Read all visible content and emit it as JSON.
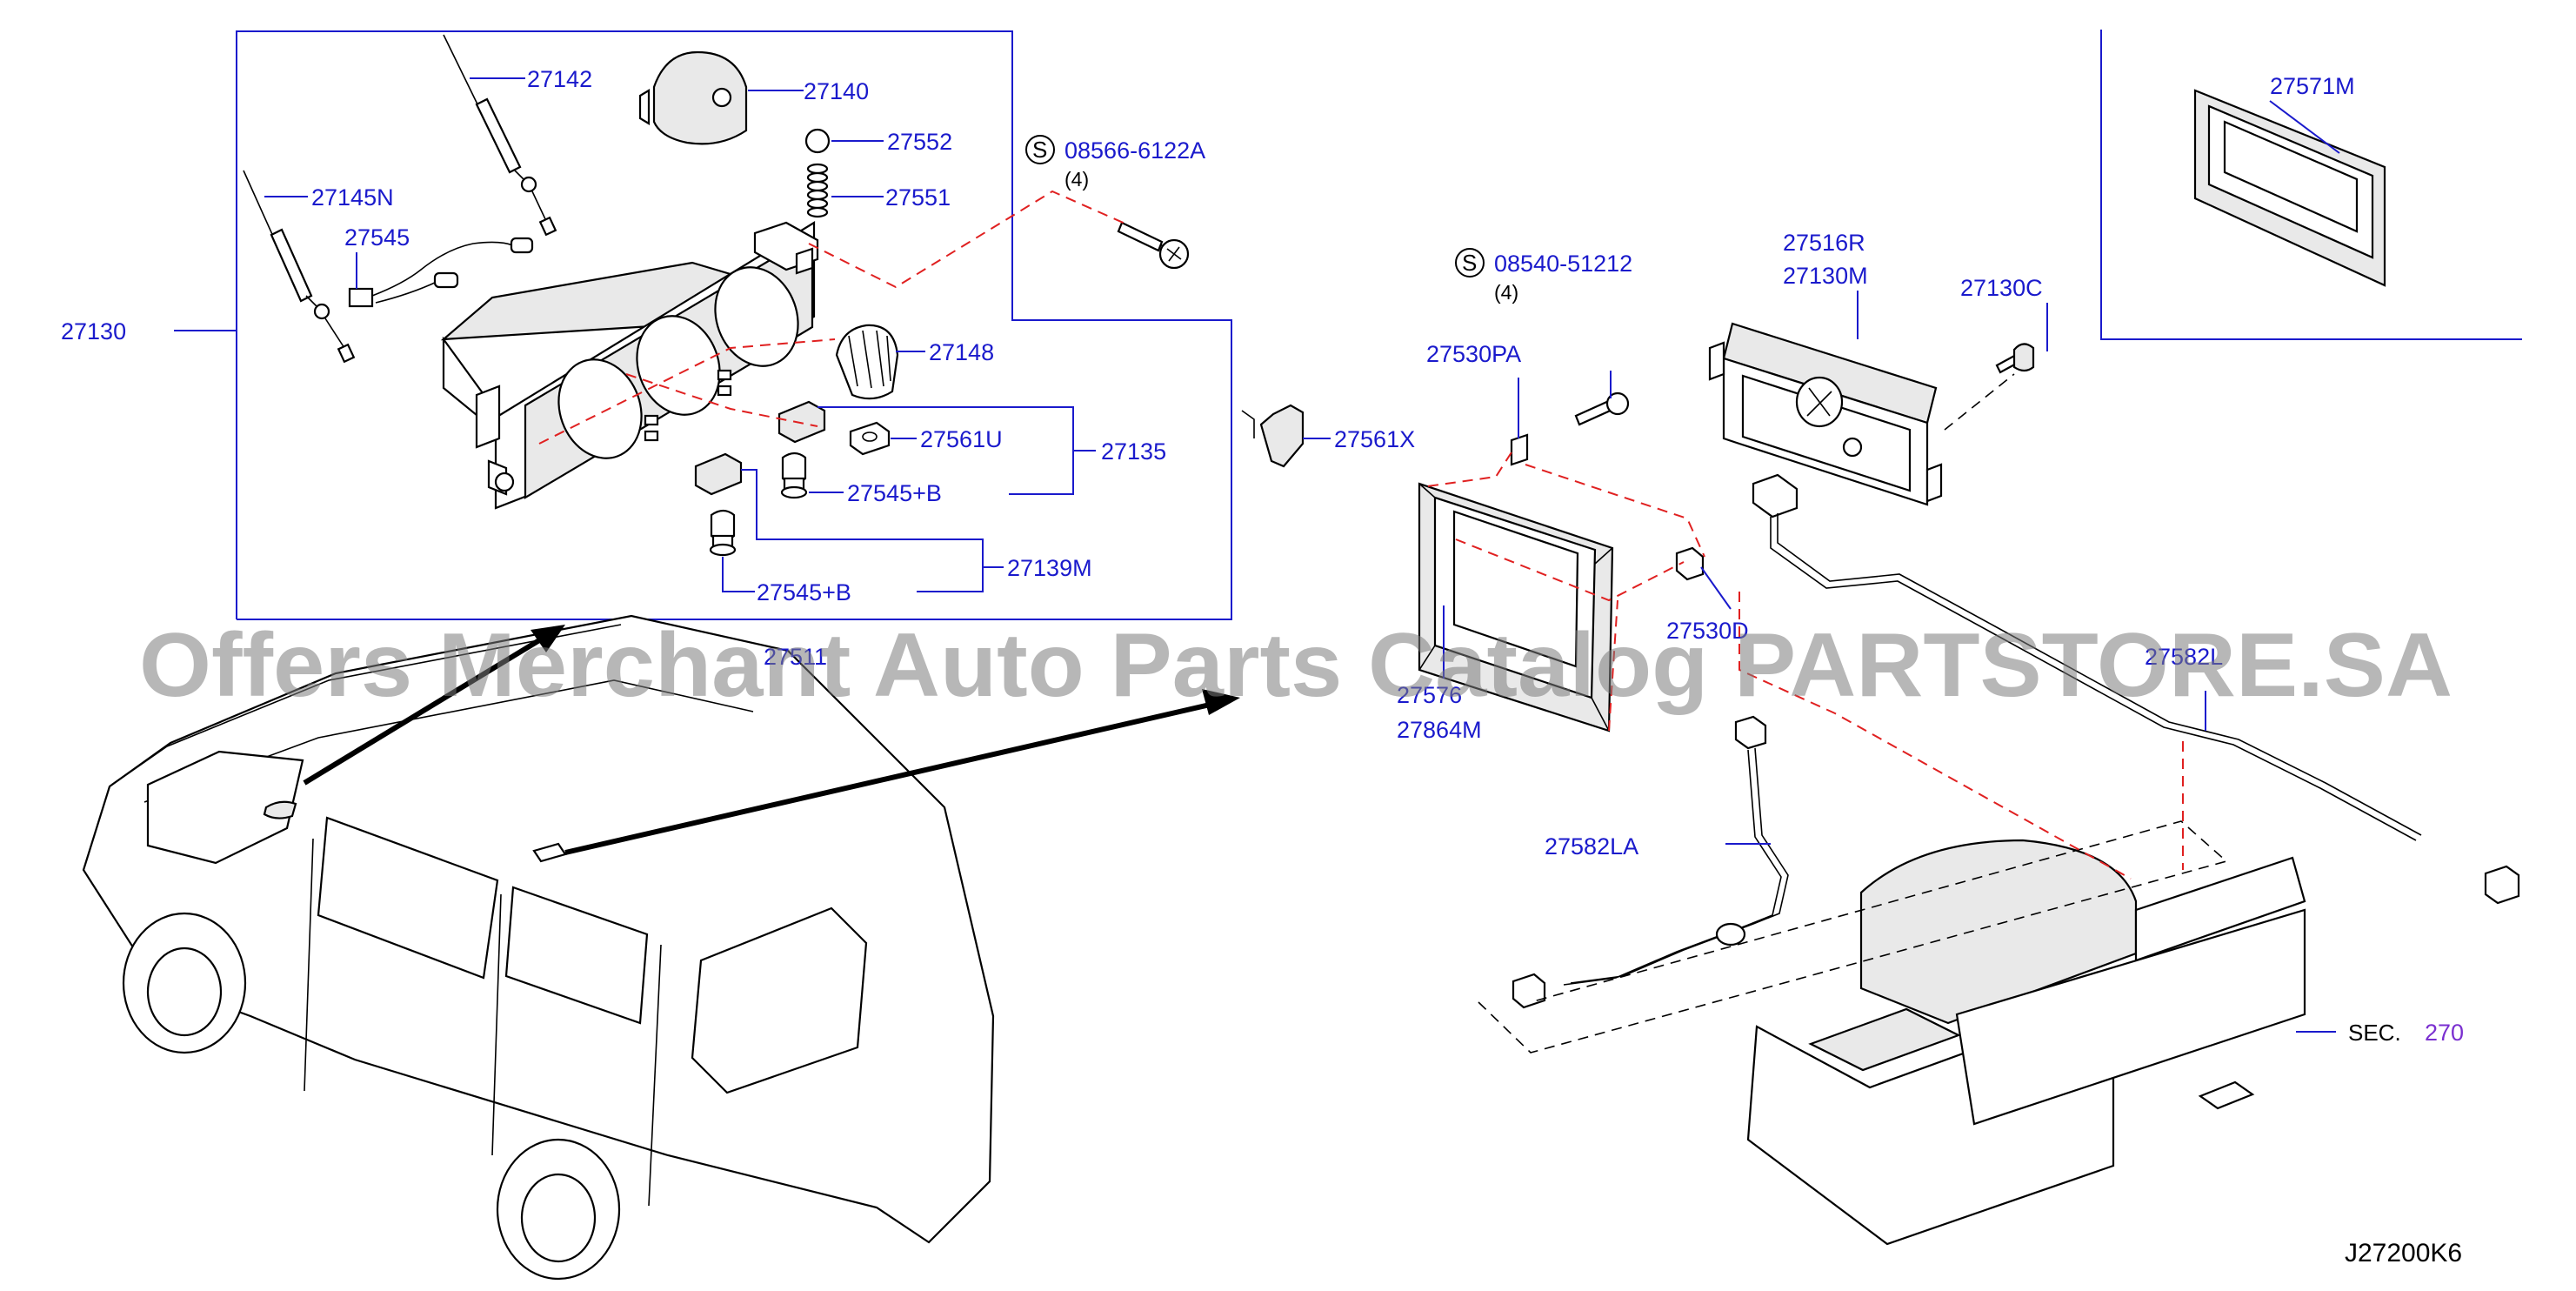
{
  "watermark": "Offers Merchant Auto Parts Catalog PARTSTORE.SA",
  "diagram_code": "J27200K6",
  "screw_symbol": "S",
  "labels": {
    "p27142": "27142",
    "p27140": "27140",
    "p27552": "27552",
    "p27551": "27551",
    "p27145N": "27145N",
    "p27545": "27545",
    "p27130": "27130",
    "p27148": "27148",
    "p27561U": "27561U",
    "p27135": "27135",
    "p27545B_1": "27545+B",
    "p27545B_2": "27545+B",
    "p27139M": "27139M",
    "p27561X": "27561X",
    "p27511_partial": "27511",
    "screw1": "08566-6122A",
    "screw1_qty": "(4)",
    "screw2": "08540-51212",
    "screw2_qty": "(4)",
    "p27530PA": "27530PA",
    "p27516R": "27516R",
    "p27130M": "27130M",
    "p27130C": "27130C",
    "p27571M": "27571M",
    "p27530D": "27530D",
    "p27576": "27576",
    "p27864M": "27864M",
    "p27582LA": "27582LA",
    "p27582_partial": "27582L",
    "sec_prefix": "SEC.",
    "sec_number": "270"
  },
  "colors": {
    "label": "#1a1acc",
    "dashed_red": "#e02020",
    "sec_number": "#7a2fd0",
    "watermark": "#7c7c7c"
  }
}
